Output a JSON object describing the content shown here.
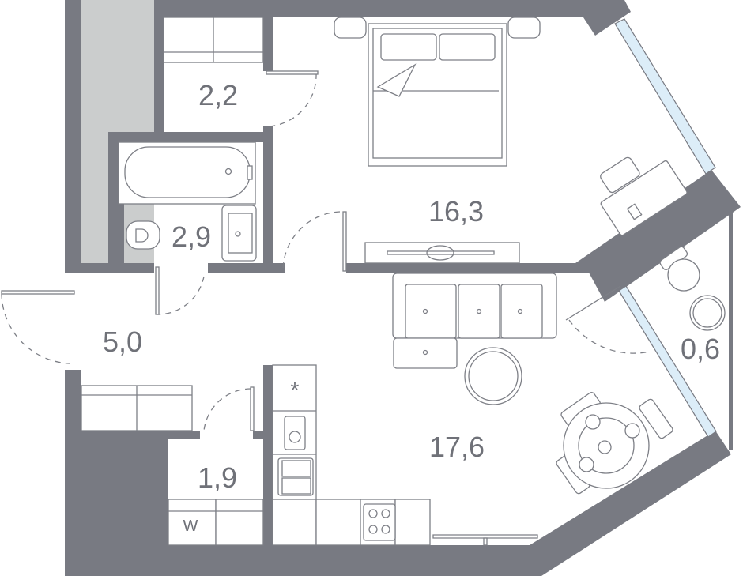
{
  "plan": {
    "rooms": [
      {
        "id": "storage",
        "area": "2,2"
      },
      {
        "id": "bathroom",
        "area": "2,9"
      },
      {
        "id": "bedroom",
        "area": "16,3"
      },
      {
        "id": "hallway",
        "area": "5,0"
      },
      {
        "id": "balcony",
        "area": "0,6"
      },
      {
        "id": "laundry",
        "area": "1,9"
      },
      {
        "id": "living-kitchen",
        "area": "17,6"
      }
    ],
    "symbols": {
      "washer": "W",
      "freezer": "*"
    }
  },
  "colors": {
    "wall": "#787a82",
    "column": "#cbcdcd",
    "window": "#dcedf8",
    "text": "#6f7178"
  }
}
